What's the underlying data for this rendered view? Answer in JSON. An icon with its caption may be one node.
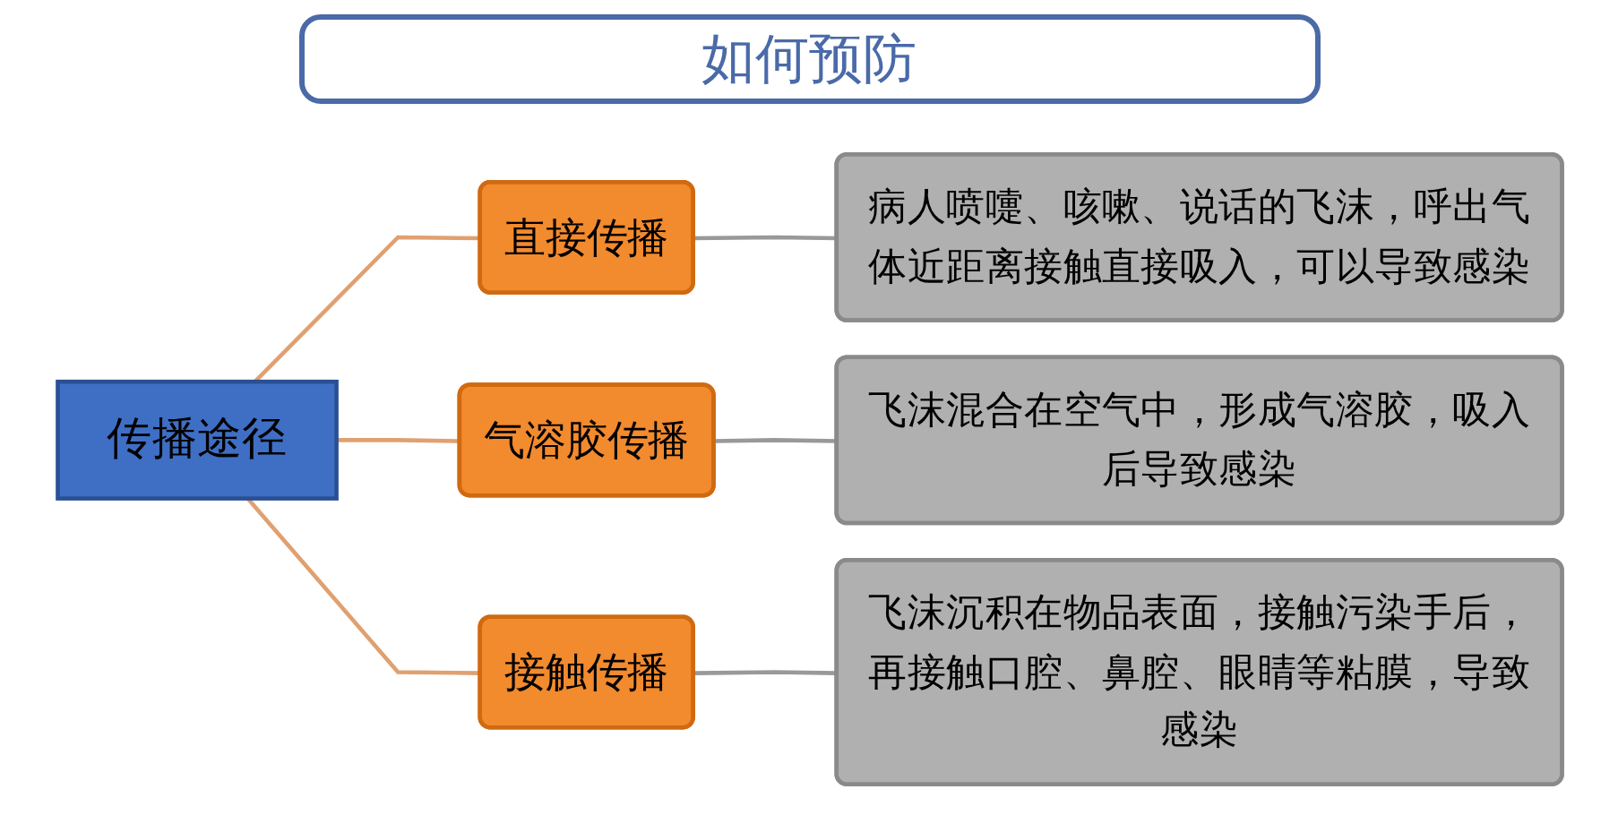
{
  "diagram": {
    "title": "如何预防",
    "nodes": [
      {
        "text": [
          "传播途径"
        ]
      },
      {
        "text": [
          "直接传播"
        ]
      },
      {
        "text": [
          "病人喷嚏、咳嗽、说话的飞沫，呼出气体近距离接触直接吸入，可以导致感染"
        ]
      },
      {
        "text": [
          "气溶胶传播"
        ]
      },
      {
        "text": [
          "飞沫混合在空气中，形成气溶胶，吸入后导致感染"
        ]
      },
      {
        "text": [
          "接触传播"
        ]
      },
      {
        "text": [
          "飞沫沉积在物品表面，接触污染手后，再接触口腔、鼻腔、眼睛等粘膜，导致感染"
        ]
      }
    ],
    "edges": [
      {
        "from": 0,
        "to": 1,
        "arrow": "none",
        "color": "#e0a070"
      },
      {
        "from": 0,
        "to": 3,
        "arrow": "none",
        "color": "#e0a070"
      },
      {
        "from": 0,
        "to": 5,
        "arrow": "none",
        "color": "#e0a070"
      },
      {
        "from": 1,
        "to": 2,
        "arrow": "none"
      },
      {
        "from": 3,
        "to": 4,
        "arrow": "none"
      },
      {
        "from": 5,
        "to": 6,
        "arrow": "none"
      }
    ]
  }
}
